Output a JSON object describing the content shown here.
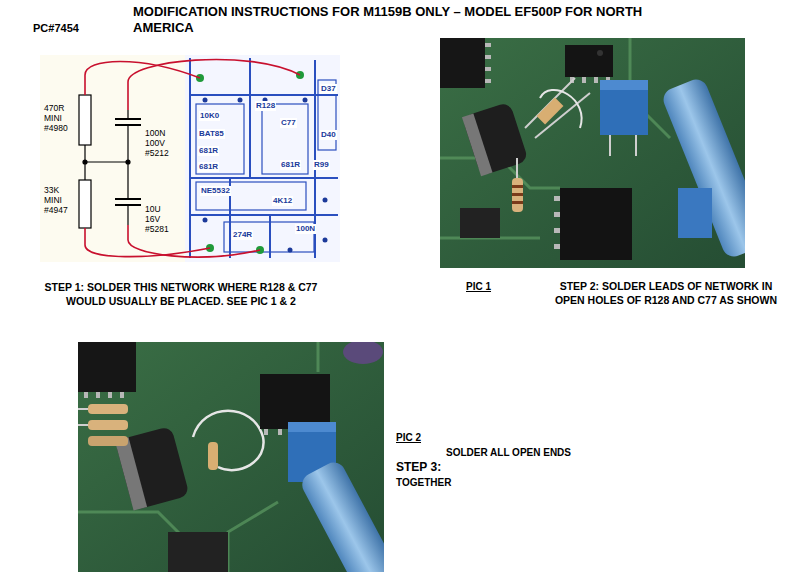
{
  "diagram": {
    "title": "MODIFICATION INSTRUCTIONS FOR M1159B ONLY – MODEL EF500P FOR NORTH AMERICA",
    "labels": [
      "PC#7454",
      "470R MINI #4980",
      "100N 100V #5212",
      "33K MINI #4947",
      "10U 16V #5281",
      "D37",
      "10K0",
      "R128",
      "C77",
      "D40",
      "BAT85",
      "681R",
      "681R",
      "681R",
      "R99",
      "NE5532",
      "4K12",
      "274R",
      "100N",
      "STEP 1: SOLDER THIS NETWORK WHERE R128 & C77 WOULD USUALLY BE PLACED. SEE PIC 1 & 2",
      "PIC 1",
      "STEP 2: SOLDER LEADS OF NETWORK IN OPEN HOLES OF R128 AND C77 AS SHOWN",
      "PIC 2",
      "SOLDER ALL OPEN ENDS",
      "STEP 3:",
      "TOGETHER"
    ]
  }
}
